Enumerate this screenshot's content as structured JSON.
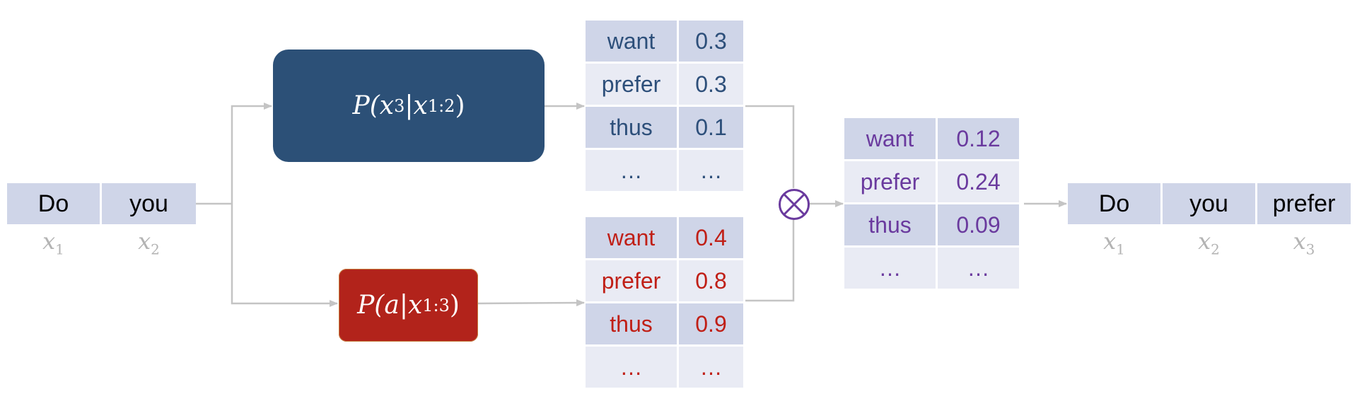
{
  "input_tokens": [
    {
      "token": "Do",
      "var": "x",
      "sub": "1"
    },
    {
      "token": "you",
      "var": "x",
      "sub": "2"
    }
  ],
  "output_tokens": [
    {
      "token": "Do",
      "var": "x",
      "sub": "1"
    },
    {
      "token": "you",
      "var": "x",
      "sub": "2"
    },
    {
      "token": "prefer",
      "var": "x",
      "sub": "3"
    }
  ],
  "lm_box": {
    "p": "P(",
    "var": "x",
    "sub": "3",
    "bar": "|",
    "cond_var": "x",
    "cond_sub": "1:2",
    "close": ")"
  },
  "attr_box": {
    "p": "P(",
    "var": "a",
    "bar": "|",
    "cond_var": "x",
    "cond_sub": "1:3",
    "close": ")"
  },
  "lm_table": [
    {
      "word": "want",
      "prob": "0.3"
    },
    {
      "word": "prefer",
      "prob": "0.3"
    },
    {
      "word": "thus",
      "prob": "0.1"
    },
    {
      "word": "…",
      "prob": "…"
    }
  ],
  "attr_table": [
    {
      "word": "want",
      "prob": "0.4"
    },
    {
      "word": "prefer",
      "prob": "0.8"
    },
    {
      "word": "thus",
      "prob": "0.9"
    },
    {
      "word": "…",
      "prob": "…"
    }
  ],
  "product_table": [
    {
      "word": "want",
      "prob": "0.12"
    },
    {
      "word": "prefer",
      "prob": "0.24"
    },
    {
      "word": "thus",
      "prob": "0.09"
    },
    {
      "word": "…",
      "prob": "…"
    }
  ],
  "colors": {
    "lm": "#2c5077",
    "attr": "#b2231b",
    "product": "#6a3a9e",
    "token_bg": "#cfd5e8",
    "arrow": "#c4c4c4"
  }
}
